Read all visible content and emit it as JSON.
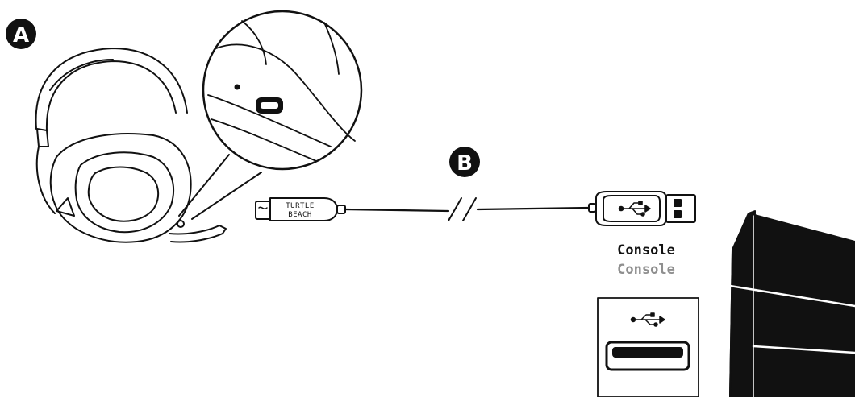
{
  "markers": {
    "a": "A",
    "b": "B"
  },
  "cable": {
    "brand_line1": "TURTLE",
    "brand_line2": "BEACH"
  },
  "port_labels": {
    "primary": "Console",
    "secondary": "Console"
  },
  "icons": [
    "headset-icon",
    "usb-micro-port-icon",
    "usb-cable-icon",
    "usb-symbol-icon",
    "usb-port-icon",
    "console-icon"
  ],
  "colors": {
    "ink": "#111111",
    "secondary_label": "#8f8f8f",
    "background": "#ffffff"
  }
}
